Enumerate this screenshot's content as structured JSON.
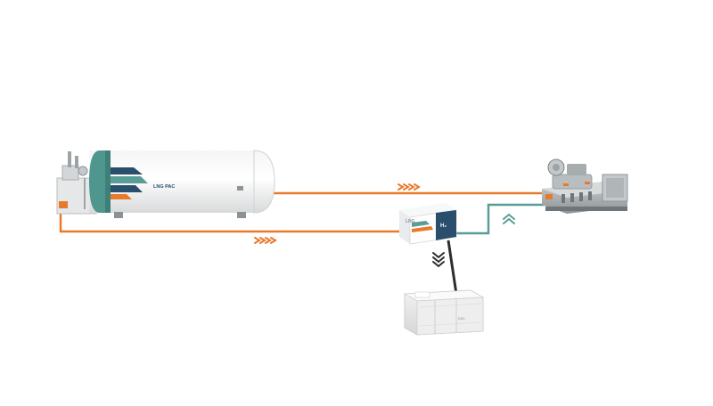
{
  "tank": {
    "label": "LNG PAC",
    "icon": "lng-tank-icon"
  },
  "reformer": {
    "label_left": "LNG",
    "label_right": "H₂",
    "icon": "reformer-unit-icon"
  },
  "engine": {
    "icon": "engine-generator-icon"
  },
  "container": {
    "label": "CO₂",
    "icon": "co2-storage-container-icon"
  },
  "colors": {
    "lng_line": "#e87a2c",
    "h2_line": "#5a9c96",
    "co2_line": "#2d2d2d",
    "tank_band": "#4f968e",
    "reformer_dark": "#2a4f6d"
  }
}
